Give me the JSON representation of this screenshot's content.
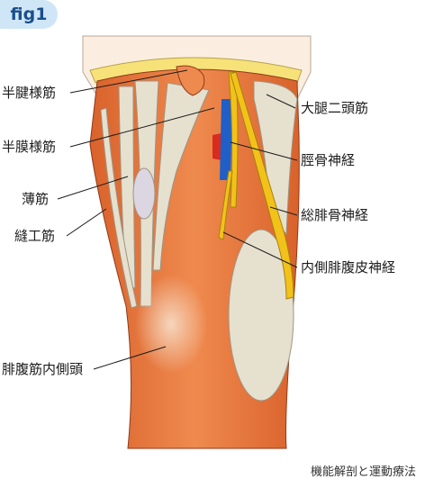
{
  "figure": {
    "badge": "fig1",
    "credit": "機能解剖と運動療法"
  },
  "labels": {
    "semitendinosus": "半腱様筋",
    "semimembranosus": "半膜様筋",
    "gracilis": "薄筋",
    "sartorius": "縫工筋",
    "gastrocnemius_medial_head": "腓腹筋内側頭",
    "biceps_femoris": "大腿二頭筋",
    "tibial_nerve": "脛骨神経",
    "common_peroneal_nerve": "総腓骨神経",
    "medial_sural_cutaneous_nerve": "内側腓腹皮神経"
  },
  "colors": {
    "muscle": "#e8763c",
    "tendon": "#e6e0cf",
    "nerve": "#f2c21a",
    "artery": "#d92b1e",
    "vein": "#1f5fc7",
    "skin": "#fbeee0",
    "fat": "#f7e27a"
  }
}
